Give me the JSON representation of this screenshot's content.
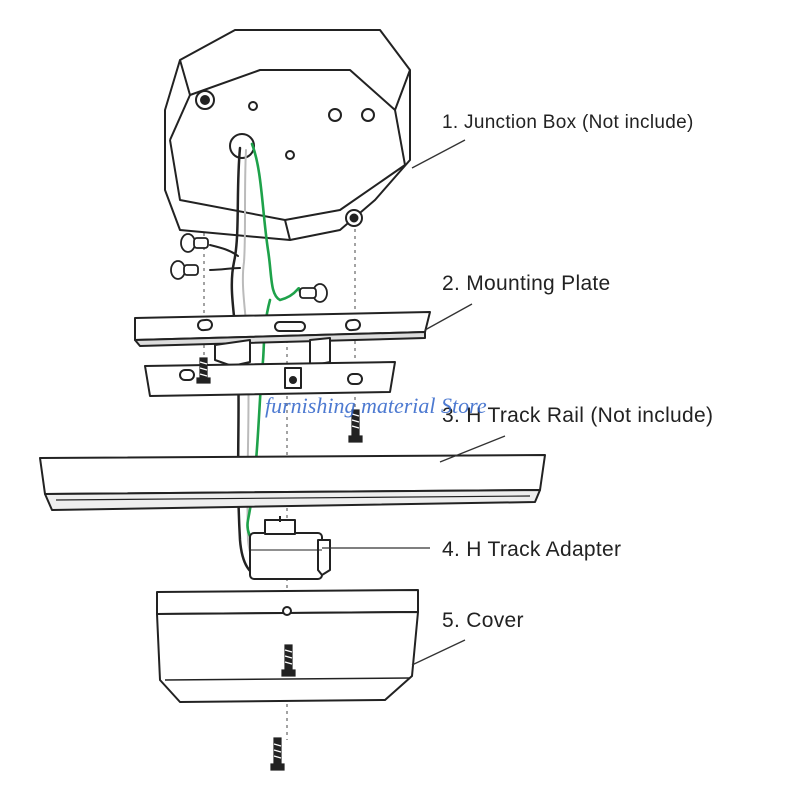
{
  "labels": {
    "junction_box": "1. Junction Box (Not include)",
    "mounting_plate": "2. Mounting Plate",
    "h_track_rail": "3. H Track Rail (Not include)",
    "h_track_adapter": "4. H Track Adapter",
    "cover": "5. Cover"
  },
  "watermark": "furnishing material Store",
  "colors": {
    "line": "#222222",
    "ground_wire": "#1ea24a",
    "watermark": "#2f63c9",
    "dashed_axis": "#666666"
  }
}
